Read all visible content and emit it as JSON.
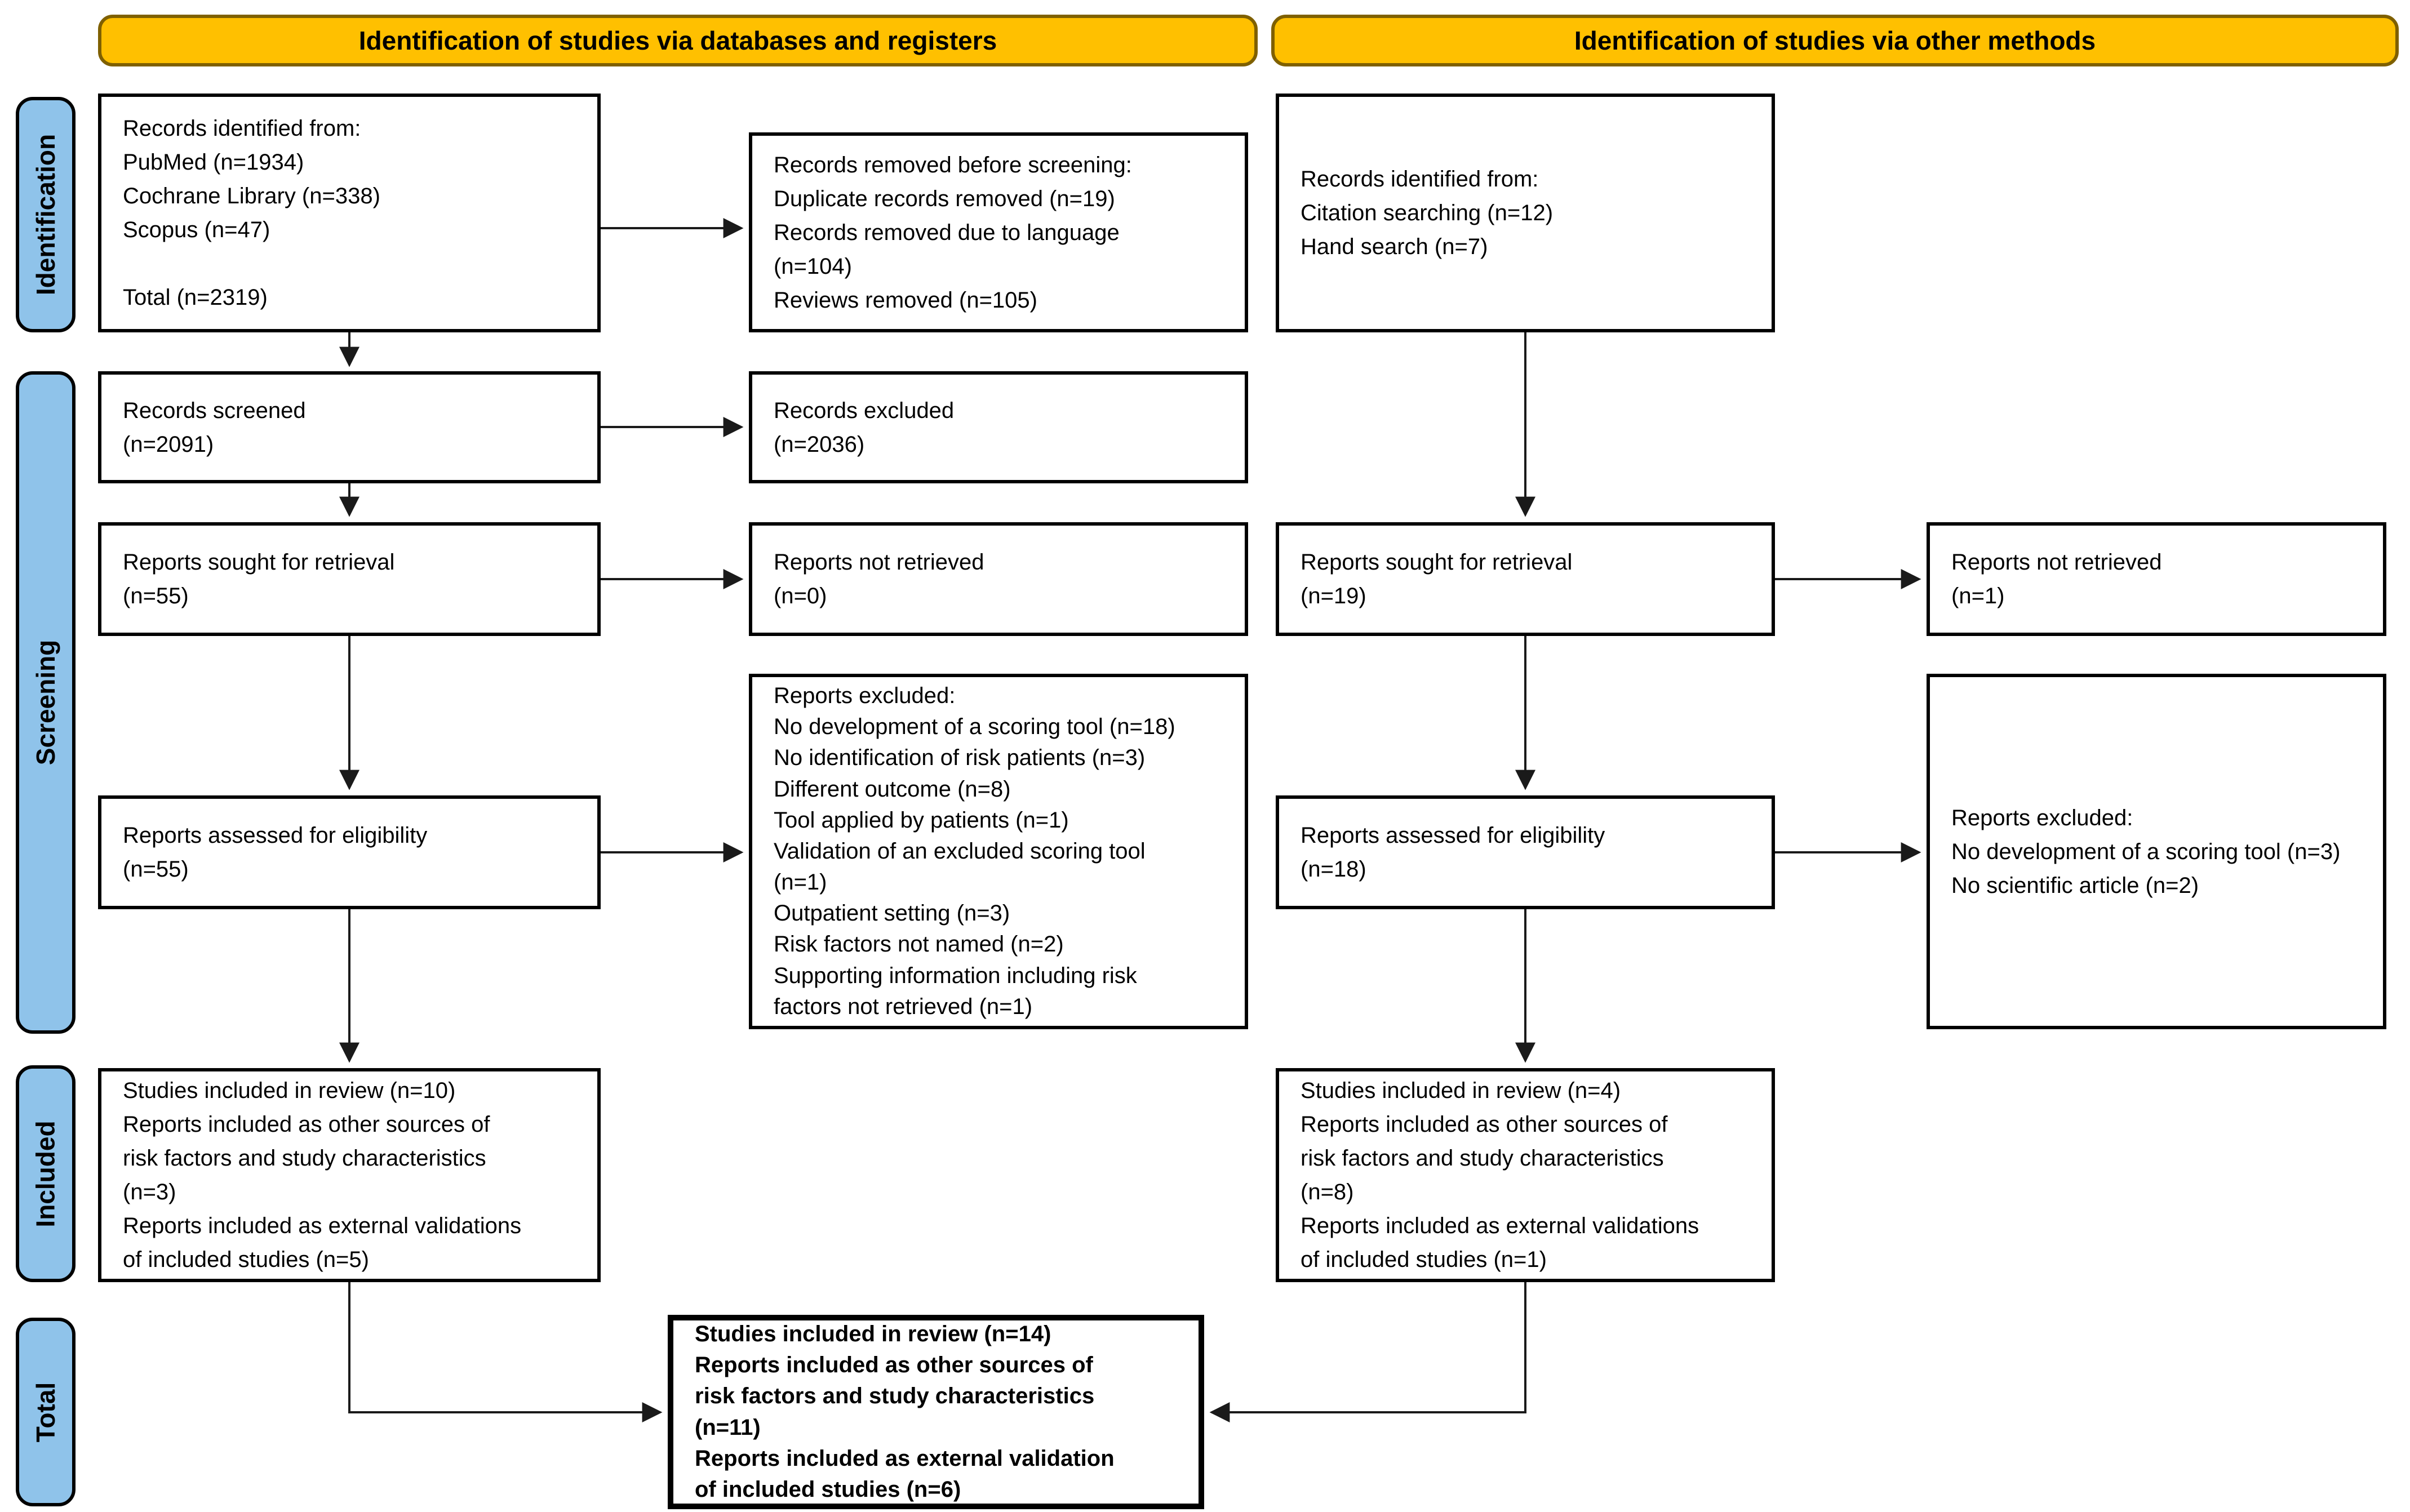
{
  "banners": {
    "databases": "Identification of studies via databases and registers",
    "other_methods": "Identification of studies via other methods"
  },
  "sidebar": {
    "identification": "Identification",
    "screening": "Screening",
    "included": "Included",
    "total": "Total"
  },
  "boxes": {
    "db_identified": "Records identified from:\nPubMed (n=1934)\nCochrane Library (n=338)\nScopus (n=47)\n\nTotal (n=2319)",
    "removed_before_screening": "Records removed before screening:\nDuplicate records removed (n=19)\nRecords removed due to language\n(n=104)\nReviews removed (n=105)",
    "records_screened": "Records screened\n(n=2091)",
    "records_excluded": "Records excluded\n(n=2036)",
    "reports_sought_db": "Reports sought for retrieval\n(n=55)",
    "reports_not_retrieved_db": "Reports not retrieved\n(n=0)",
    "reports_assessed_db": "Reports assessed for eligibility\n(n=55)",
    "reports_excluded_db": "Reports excluded:\nNo development of a scoring tool (n=18)\nNo identification of risk patients (n=3)\nDifferent outcome (n=8)\nTool applied by patients (n=1)\nValidation of an excluded scoring tool\n(n=1)\nOutpatient setting (n=3)\nRisk factors not named (n=2)\nSupporting information including risk\nfactors not retrieved (n=1)",
    "included_db": "Studies included in review (n=10)\nReports included as other sources of\nrisk factors and study characteristics\n(n=3)\nReports included as external validations\nof included studies (n=5)",
    "other_identified": "Records identified from:\nCitation searching (n=12)\nHand search (n=7)",
    "reports_sought_other": "Reports sought for retrieval\n(n=19)",
    "reports_not_retrieved_other": "Reports not retrieved\n(n=1)",
    "reports_assessed_other": "Reports assessed for eligibility\n(n=18)",
    "reports_excluded_other": "Reports excluded:\nNo development of a scoring tool (n=3)\nNo scientific article (n=2)",
    "total": "Studies included in review (n=14)\nReports included as other sources of\nrisk factors and study characteristics\n(n=11)\nReports included as external validation\nof included studies (n=6)"
  },
  "colors": {
    "banner_fill": "#FFC000",
    "banner_border": "#7F6000",
    "sidebar_fill": "#8FC3EA",
    "box_border": "#000000",
    "arrow": "#1a1a1a"
  }
}
